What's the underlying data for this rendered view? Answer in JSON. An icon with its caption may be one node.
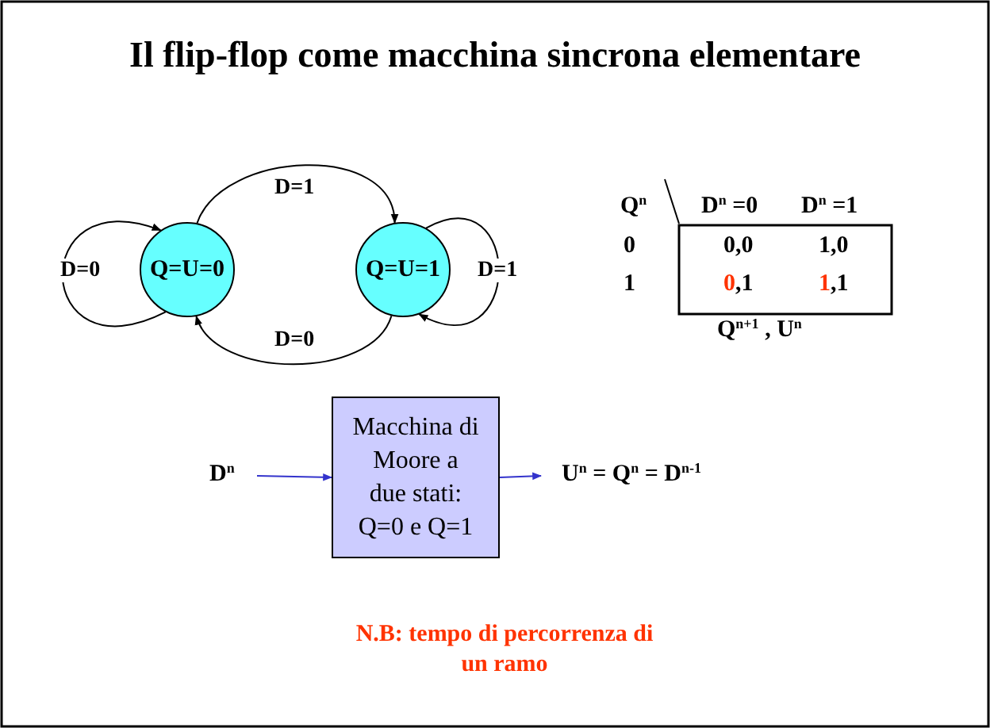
{
  "diagram": {
    "title": "Il flip-flop come macchina sincrona elementare",
    "nodes": [
      {
        "text": [
          "Q=U=0"
        ]
      },
      {
        "text": [
          "Q=U=1"
        ]
      },
      {
        "text": [
          "D$^{n}$"
        ]
      },
      {
        "text": [
          "Macchina di Moore a due stati: Q=0 e Q=1"
        ]
      },
      {
        "text": [
          "U$^{n}$ = Q$^{n}$ = D$^{n-1}$"
        ]
      }
    ],
    "edges": [
      {
        "from": 0,
        "to": 0,
        "arrow": "to",
        "label": "D=0"
      },
      {
        "from": 0,
        "to": 1,
        "arrow": "to",
        "label": "D=1"
      },
      {
        "from": 1,
        "to": 1,
        "arrow": "to",
        "label": "D=1"
      },
      {
        "from": 1,
        "to": 0,
        "arrow": "to",
        "label": "D=0"
      },
      {
        "from": 2,
        "to": 3,
        "arrow": "to",
        "color": "#3333cc"
      },
      {
        "from": 3,
        "to": 4,
        "arrow": "to",
        "color": "#3333cc"
      }
    ],
    "labels": [
      "Q$^{n}$",
      "D$^{n}$ =0",
      "D$^{n}$ =1",
      "0",
      "0,0",
      "1,0",
      "1",
      "**0**,1",
      "**1**,1",
      "Q$^{n+1}$ , U$^{n}$",
      "N.B: tempo di percorrenza di un ramo"
    ]
  }
}
